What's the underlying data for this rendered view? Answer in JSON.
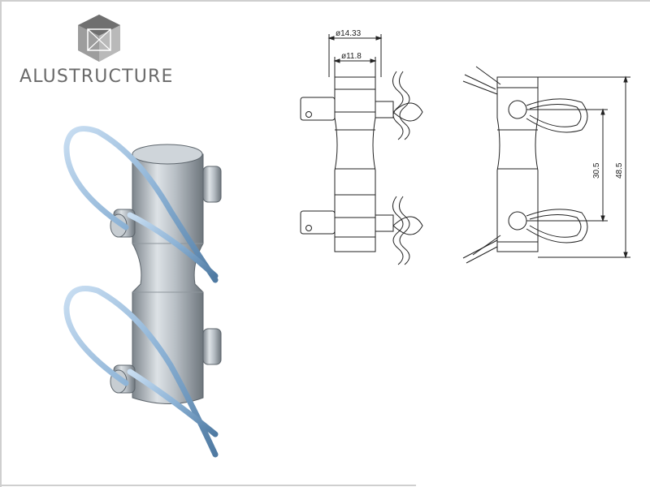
{
  "brand": {
    "name": "ALUSTRUCTURE",
    "logo_icon": "cube-logo-icon",
    "text_color": "#6a6a6a"
  },
  "photo": {
    "subject": "spigot-with-r-clips",
    "metal_color": "#b9c0c6",
    "clip_color": "#8db3d6"
  },
  "drawing": {
    "front_view": {
      "dim_outer_diameter": "ø14.33",
      "dim_inner_diameter": "ø11.8"
    },
    "side_view": {
      "dim_pin_spacing": "30.5",
      "dim_total_length": "48.5"
    },
    "line_color": "#222222"
  }
}
